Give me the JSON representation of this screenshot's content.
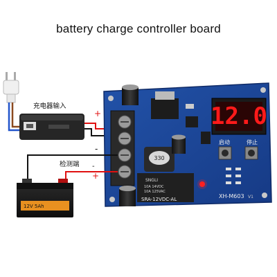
{
  "page": {
    "title": "battery charge controller board"
  },
  "labels": {
    "charger_input": "充电器输入",
    "detect_terminal": "检测端",
    "start": "启动",
    "stop": "停止",
    "display": "12.0",
    "inductor": "330",
    "relay_brand": "SNGLI",
    "relay_spec1": "10A 14VDC",
    "relay_spec2": "10A 125VAC",
    "relay_model": "SRA-12VDC-AL",
    "model": "XH-M603",
    "version": "V1",
    "battery_voltage": "12V 5Ah",
    "plus": "+",
    "minus": "-"
  },
  "colors": {
    "pcb": "#1a3f8f",
    "terminal": "#2a2a2a",
    "display_digits": "#ff1a1a",
    "wire_red": "#e01010",
    "wire_black": "#111111",
    "wire_blue": "#2255cc",
    "battery_body": "#1c1c1c",
    "battery_label": "#e89020"
  },
  "icons": [
    "power-plug-icon",
    "charger-adapter-icon",
    "car-battery-icon"
  ]
}
